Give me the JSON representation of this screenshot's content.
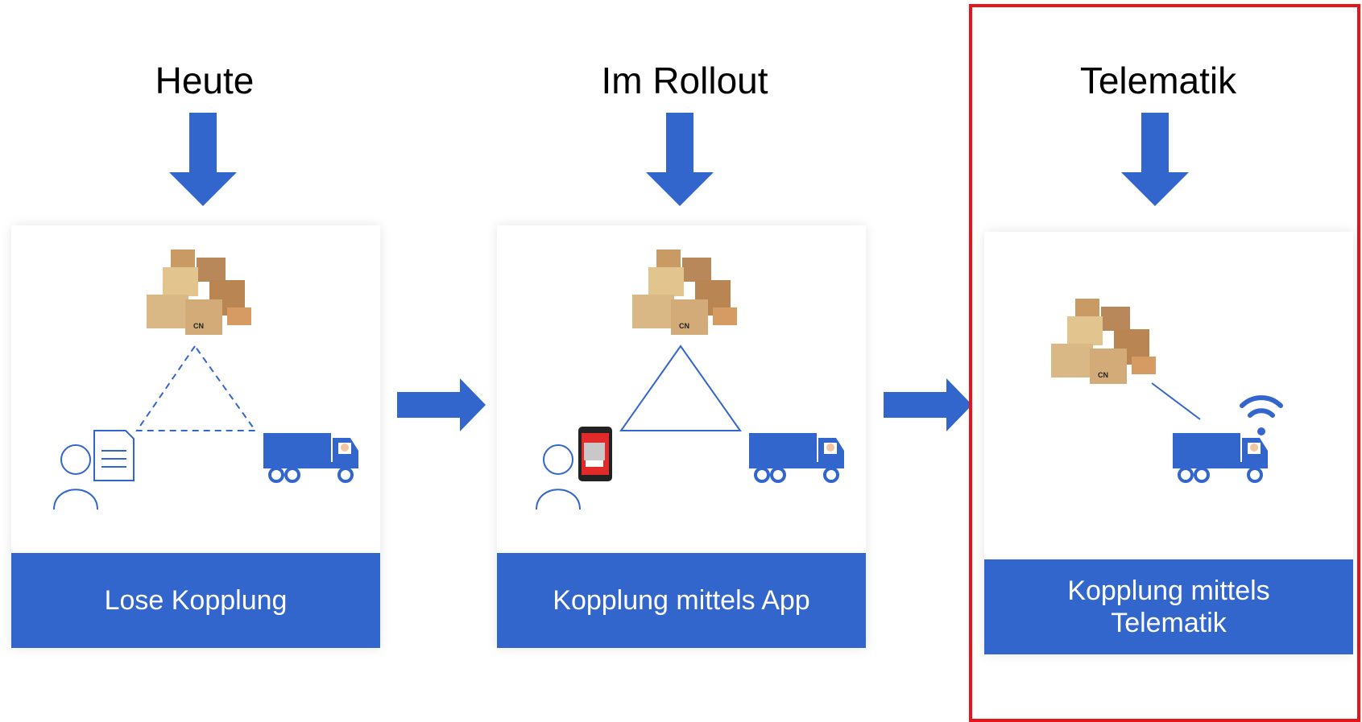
{
  "stages": [
    {
      "title": "Heute",
      "caption_lines": [
        "Lose Kopplung"
      ],
      "link_style": "dashed"
    },
    {
      "title": "Im Rollout",
      "caption_lines": [
        "Kopplung mittels App"
      ],
      "link_style": "solid"
    },
    {
      "title": "Telematik",
      "caption_lines": [
        "Kopplung mittels",
        "Telematik"
      ],
      "link_style": "direct-line"
    }
  ],
  "box_label": "CN",
  "colors": {
    "accent_blue": "#3366cc",
    "highlight_red": "#e8141b",
    "box_tan": "#d9b886"
  },
  "highlighted_stage": "Telematik"
}
